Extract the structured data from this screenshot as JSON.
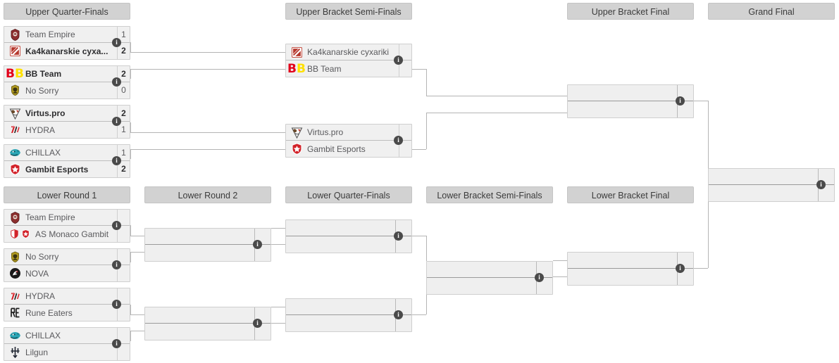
{
  "bracket": {
    "title": "Double Elimination Bracket",
    "upper_rounds": [
      {
        "id": "upper-quarter-finals",
        "label": "Upper Quarter-Finals"
      },
      {
        "id": "upper-bracket-semi-finals",
        "label": "Upper Bracket Semi-Finals"
      },
      {
        "id": "upper-bracket-final",
        "label": "Upper Bracket Final"
      },
      {
        "id": "grand-final",
        "label": "Grand Final"
      }
    ],
    "lower_rounds": [
      {
        "id": "lower-round-1",
        "label": "Lower Round 1"
      },
      {
        "id": "lower-round-2",
        "label": "Lower Round 2"
      },
      {
        "id": "lower-quarter-finals",
        "label": "Lower Quarter-Finals"
      },
      {
        "id": "lower-bracket-semi-finals",
        "label": "Lower Bracket Semi-Finals"
      },
      {
        "id": "lower-bracket-final",
        "label": "Lower Bracket Final"
      }
    ],
    "info_icon_label": "i",
    "matches": {
      "uqf1": {
        "top": {
          "team": "Team Empire",
          "score": "1",
          "winner": false,
          "logo": "team-empire"
        },
        "bottom": {
          "team": "Ka4kanarskie cyxa...",
          "score": "2",
          "winner": true,
          "logo": "ka4kanarskie"
        }
      },
      "uqf2": {
        "top": {
          "team": "BB Team",
          "score": "2",
          "winner": true,
          "logo": "bb-team"
        },
        "bottom": {
          "team": "No Sorry",
          "score": "0",
          "winner": false,
          "logo": "no-sorry"
        }
      },
      "uqf3": {
        "top": {
          "team": "Virtus.pro",
          "score": "2",
          "winner": true,
          "logo": "virtus-pro"
        },
        "bottom": {
          "team": "HYDRA",
          "score": "1",
          "winner": false,
          "logo": "hydra"
        }
      },
      "uqf4": {
        "top": {
          "team": "CHILLAX",
          "score": "1",
          "winner": false,
          "logo": "chillax"
        },
        "bottom": {
          "team": "Gambit Esports",
          "score": "2",
          "winner": true,
          "logo": "gambit"
        }
      },
      "usf1": {
        "top": {
          "team": "Ka4kanarskie cyxariki",
          "score": "",
          "winner": false,
          "logo": "ka4kanarskie"
        },
        "bottom": {
          "team": "BB Team",
          "score": "",
          "winner": false,
          "logo": "bb-team"
        }
      },
      "usf2": {
        "top": {
          "team": "Virtus.pro",
          "score": "",
          "winner": false,
          "logo": "virtus-pro"
        },
        "bottom": {
          "team": "Gambit Esports",
          "score": "",
          "winner": false,
          "logo": "gambit"
        }
      },
      "ubf": {
        "top": {
          "team": "",
          "score": "",
          "winner": false,
          "logo": ""
        },
        "bottom": {
          "team": "",
          "score": "",
          "winner": false,
          "logo": ""
        }
      },
      "gf": {
        "top": {
          "team": "",
          "score": "",
          "winner": false,
          "logo": ""
        },
        "bottom": {
          "team": "",
          "score": "",
          "winner": false,
          "logo": ""
        }
      },
      "lr1m1": {
        "top": {
          "team": "Team Empire",
          "score": "",
          "winner": false,
          "logo": "team-empire"
        },
        "bottom": {
          "team": "AS Monaco Gambit",
          "score": "",
          "winner": false,
          "logo": "as-monaco-gambit"
        }
      },
      "lr1m2": {
        "top": {
          "team": "No Sorry",
          "score": "",
          "winner": false,
          "logo": "no-sorry"
        },
        "bottom": {
          "team": "NOVA",
          "score": "",
          "winner": false,
          "logo": "nova"
        }
      },
      "lr1m3": {
        "top": {
          "team": "HYDRA",
          "score": "",
          "winner": false,
          "logo": "hydra"
        },
        "bottom": {
          "team": "Rune Eaters",
          "score": "",
          "winner": false,
          "logo": "rune-eaters"
        }
      },
      "lr1m4": {
        "top": {
          "team": "CHILLAX",
          "score": "",
          "winner": false,
          "logo": "chillax"
        },
        "bottom": {
          "team": "Lilgun",
          "score": "",
          "winner": false,
          "logo": "lilgun"
        }
      },
      "lr2m1": {
        "top": {
          "team": "",
          "score": ""
        },
        "bottom": {
          "team": "",
          "score": ""
        }
      },
      "lr2m2": {
        "top": {
          "team": "",
          "score": ""
        },
        "bottom": {
          "team": "",
          "score": ""
        }
      },
      "lqf1": {
        "top": {
          "team": "",
          "score": ""
        },
        "bottom": {
          "team": "",
          "score": ""
        }
      },
      "lqf2": {
        "top": {
          "team": "",
          "score": ""
        },
        "bottom": {
          "team": "",
          "score": ""
        }
      },
      "lsf": {
        "top": {
          "team": "",
          "score": ""
        },
        "bottom": {
          "team": "",
          "score": ""
        }
      },
      "lbf": {
        "top": {
          "team": "",
          "score": ""
        },
        "bottom": {
          "team": "",
          "score": ""
        }
      }
    }
  },
  "colors": {
    "header_bg": "#d2d2d2",
    "match_bg": "#f0f0f0",
    "border": "#cfcfcf",
    "connector": "#b4b4b4",
    "info_bubble": "#4a4a4a",
    "winner_text": "#2d2d2f",
    "loser_text": "#59595c",
    "bb_red": "#e2001a",
    "bb_yellow": "#ffe000",
    "gambit_red": "#d2232a",
    "chillax_teal": "#2aa6b5",
    "hydra_red": "#d81f26",
    "no_sorry_gold": "#b09a20"
  }
}
